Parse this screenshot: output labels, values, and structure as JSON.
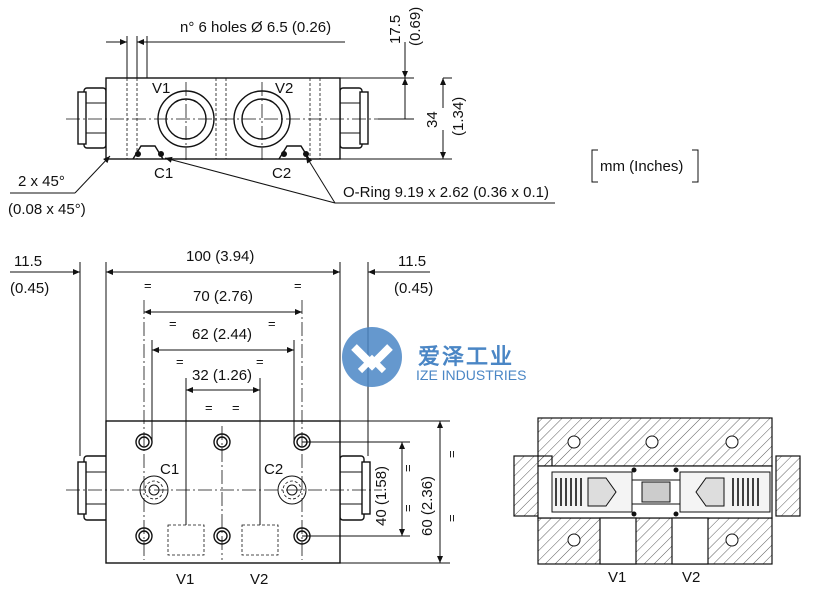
{
  "top_view": {
    "holes_note": "n° 6 holes Ø 6.5 (0.26)",
    "height_top_mm": "17.5",
    "height_top_in": "(0.69)",
    "height_mm": "34",
    "height_in": "(1.34)",
    "port_v1": "V1",
    "port_v2": "V2",
    "port_c1": "C1",
    "port_c2": "C2",
    "chamfer": "2 x 45°",
    "chamfer_in": "(0.08 x 45°)",
    "oring": "O-Ring 9.19 x 2.62 (0.36 x 0.1)"
  },
  "units_box": "mm  (Inches)",
  "front_view": {
    "left_offset_mm": "11.5",
    "left_offset_in": "(0.45)",
    "right_offset_mm": "11.5",
    "right_offset_in": "(0.45)",
    "width_total": "100 (3.94)",
    "width_70": "70 (2.76)",
    "width_62": "62 (2.44)",
    "width_32": "32 (1.26)",
    "height_40": "40 (1.58)",
    "height_60": "60 (2.36)",
    "equal_sign": "=",
    "port_c1": "C1",
    "port_c2": "C2",
    "port_v1": "V1",
    "port_v2": "V2"
  },
  "section_view": {
    "port_v1": "V1",
    "port_v2": "V2"
  },
  "logo": {
    "cn": "爱泽工业",
    "en": "IZE INDUSTRIES",
    "color": "#4a86c5"
  }
}
